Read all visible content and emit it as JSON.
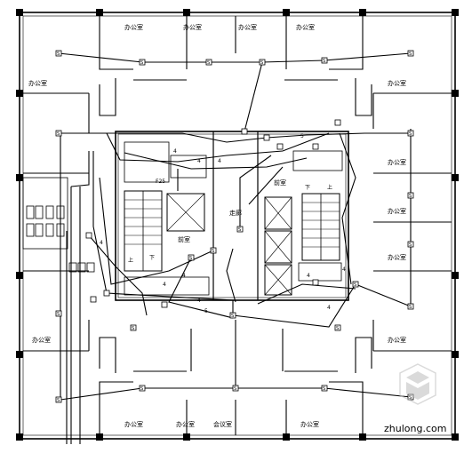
{
  "floor_plan": {
    "office_label": "办公室",
    "meeting_label": "会议室",
    "front_room_label": "前室",
    "corridor_label": "走廊",
    "down_label": "下",
    "up_label": "上",
    "fire_label": "F25",
    "stair_label_left": "上",
    "stair_label_right": "上",
    "wire_count_marks": [
      "4",
      "4",
      "5",
      "4",
      "4",
      "4",
      "5",
      "4",
      "4",
      "4",
      "4",
      "4"
    ],
    "watermark": "zhulong.com",
    "colors": {
      "line": "#000000",
      "background": "#ffffff",
      "watermark": "#bdbdbd"
    }
  }
}
